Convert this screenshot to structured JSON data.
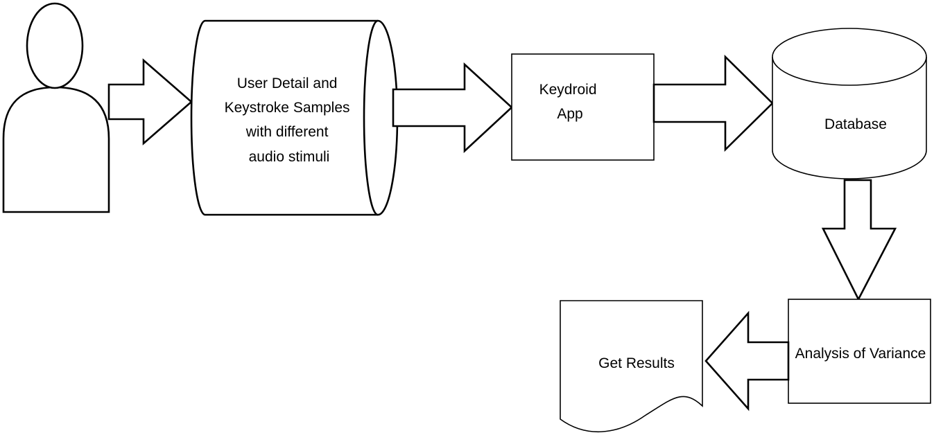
{
  "nodes": {
    "cylinder": {
      "lines": [
        "User Detail and",
        "Keystroke Samples",
        "with different",
        "audio stimuli"
      ]
    },
    "app": {
      "lines": [
        "Keydroid",
        "App"
      ]
    },
    "database": {
      "label": "Database"
    },
    "analysis": {
      "label": "Analysis of Variance"
    },
    "results": {
      "label": "Get Results"
    }
  }
}
